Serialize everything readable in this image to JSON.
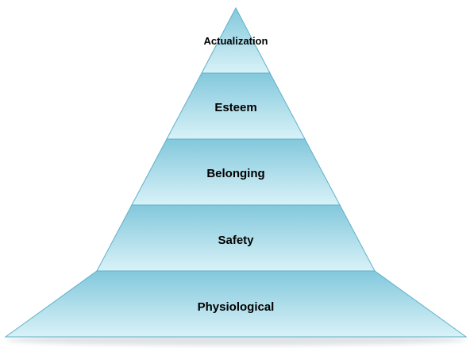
{
  "diagram": {
    "levels": [
      {
        "label": "Actualization",
        "order": 5
      },
      {
        "label": "Esteem",
        "order": 4
      },
      {
        "label": "Belonging",
        "order": 3
      },
      {
        "label": "Safety",
        "order": 2
      },
      {
        "label": "Physiological",
        "order": 1
      }
    ]
  },
  "colors": {
    "tier_light": "#d9f2f8",
    "tier_dark": "#82c8dc",
    "tier_edge": "#5fb1c8",
    "shadow": "#dfe3e6",
    "text": "#000000"
  }
}
